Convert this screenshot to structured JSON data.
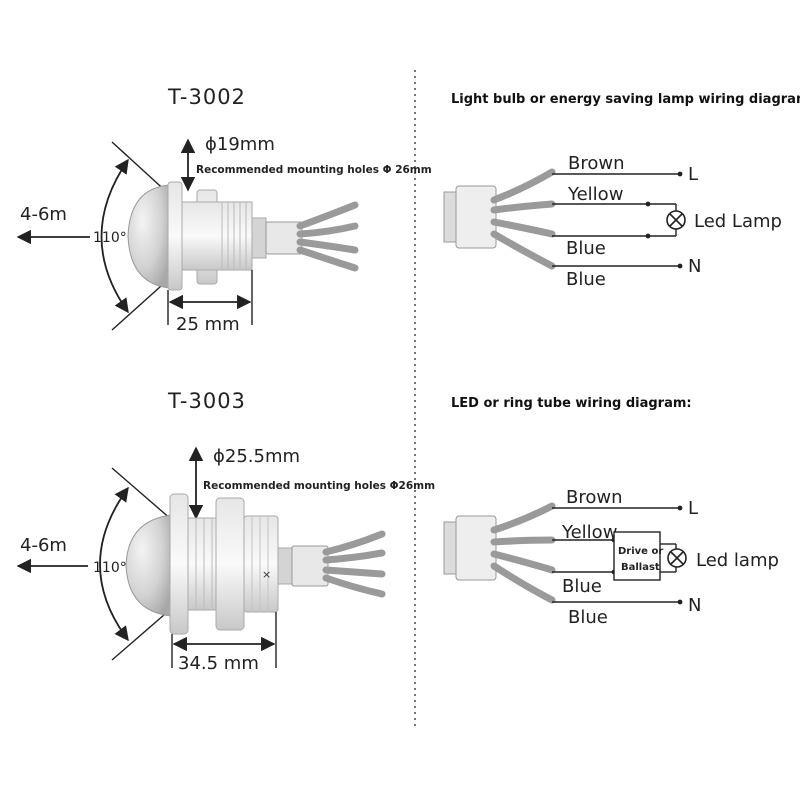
{
  "left": {
    "t3002": {
      "model": "T-3002",
      "diameter": "ϕ19mm",
      "mounting": "Recommended mounting holes Φ 26mm",
      "range": "4-6m",
      "angle": "110°",
      "length": "25 mm"
    },
    "t3003": {
      "model": "T-3003",
      "diameter": "ϕ25.5mm",
      "mounting": "Recommended mounting holes  Φ26mm",
      "range": "4-6m",
      "angle": "110°",
      "length": "34.5 mm",
      "mark": "×"
    }
  },
  "right": {
    "bulb": {
      "heading": "Light bulb or energy saving lamp wiring diagram:",
      "wire_brown": "Brown",
      "wire_yellow": "Yellow",
      "wire_blue1": "Blue",
      "wire_blue2": "Blue",
      "terminal_l": "L",
      "terminal_n": "N",
      "lamp": "Led Lamp"
    },
    "led": {
      "heading": "LED or ring tube wiring diagram:",
      "wire_brown": "Brown",
      "wire_yellow": "Yellow",
      "wire_blue1": "Blue",
      "wire_blue2": "Blue",
      "terminal_l": "L",
      "terminal_n": "N",
      "driver_line1": "Drive or",
      "driver_line2": "Ballast",
      "lamp": "Led lamp"
    }
  },
  "icons": [
    "lamp-icon",
    "arrow-icon",
    "sensor-dome-icon"
  ]
}
